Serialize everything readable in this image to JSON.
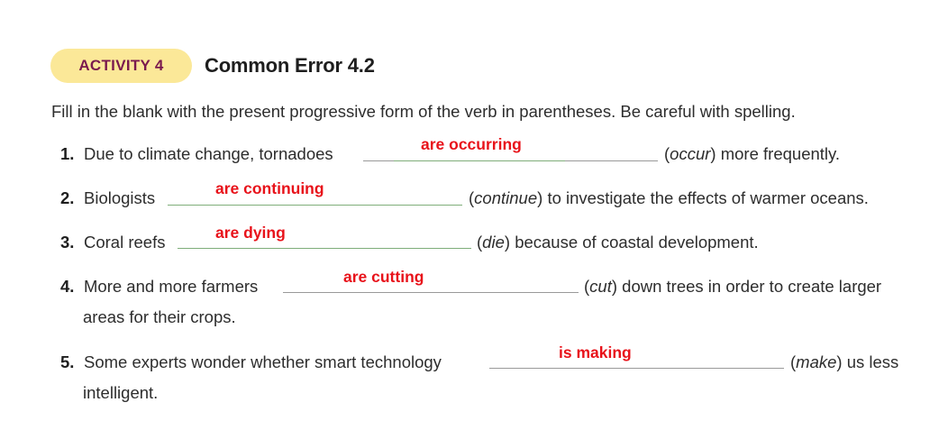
{
  "activity": {
    "badge": "ACTIVITY 4",
    "title": "Common Error 4.2"
  },
  "instructions": "Fill in the blank with the present progressive form of the verb in parentheses. Be careful with spelling.",
  "items": [
    {
      "number": "1.",
      "before": "Due to climate change, tornadoes",
      "answer": "are occurring",
      "verb": "occur",
      "after": "more frequently."
    },
    {
      "number": "2.",
      "before": "Biologists",
      "answer": "are continuing",
      "verb": "continue",
      "after": "to investigate the effects of warmer oceans."
    },
    {
      "number": "3.",
      "before": "Coral reefs",
      "answer": "are dying",
      "verb": "die",
      "after": "because of coastal development."
    },
    {
      "number": "4.",
      "before": "More and more farmers",
      "answer": "are cutting",
      "verb": "cut",
      "after": "down trees in order to create larger",
      "continuation": "areas for their crops."
    },
    {
      "number": "5.",
      "before": "Some experts wonder whether smart technology",
      "answer": "is making",
      "verb": "make",
      "after": "us less",
      "continuation": "intelligent."
    }
  ]
}
